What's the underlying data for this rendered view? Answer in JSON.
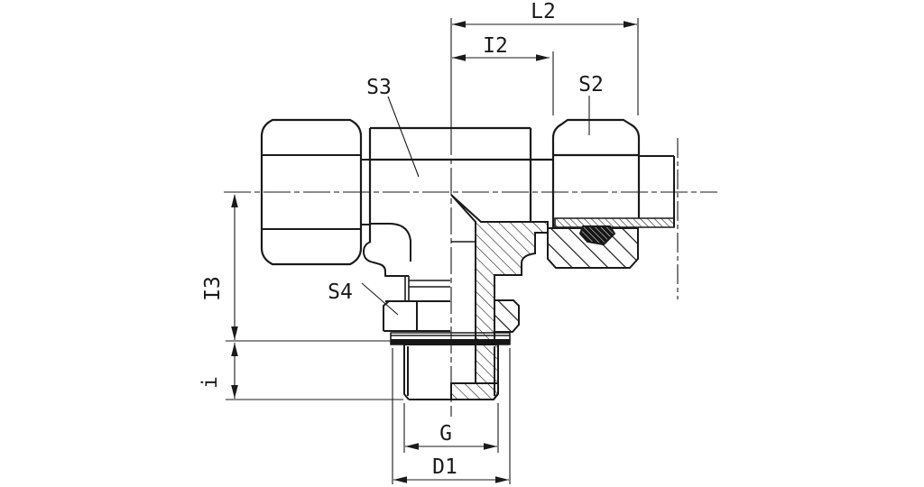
{
  "drawing": {
    "background_color": "#ffffff",
    "line_color": "#1a1a1a",
    "dimension_labels": {
      "l2": "L2",
      "i2": "I2",
      "s2": "S2",
      "s3": "S3",
      "s4": "S4",
      "i3": "I3",
      "i": "i",
      "g": "G",
      "d1": "D1"
    }
  }
}
